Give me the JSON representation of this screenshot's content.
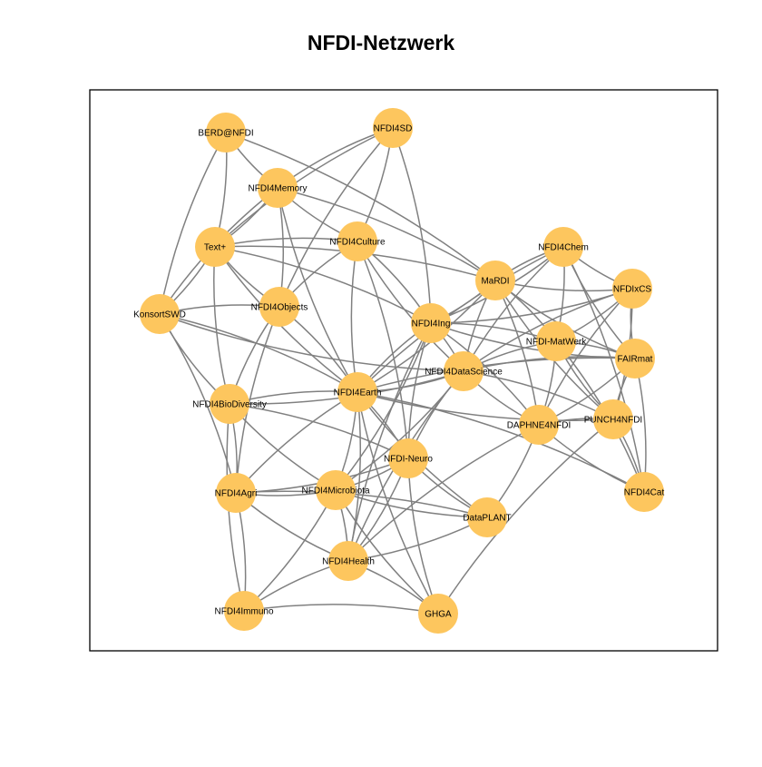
{
  "title": "NFDI-Netzwerk",
  "colors": {
    "node_fill": "#FDC65E",
    "edge_stroke": "#808080",
    "frame_stroke": "#000000",
    "label": "#000000"
  },
  "nodes": [
    {
      "id": "BERD@NFDI",
      "label": "BERD@NFDI"
    },
    {
      "id": "NFDI4SD",
      "label": "NFDI4SD"
    },
    {
      "id": "NFDI4Memory",
      "label": "NFDI4Memory"
    },
    {
      "id": "Text+",
      "label": "Text+"
    },
    {
      "id": "NFDI4Culture",
      "label": "NFDI4Culture"
    },
    {
      "id": "NFDI4Chem",
      "label": "NFDI4Chem"
    },
    {
      "id": "MaRDI",
      "label": "MaRDI"
    },
    {
      "id": "NFDIxCS",
      "label": "NFDIxCS"
    },
    {
      "id": "KonsortSWD",
      "label": "KonsortSWD"
    },
    {
      "id": "NFDI4Objects",
      "label": "NFDI4Objects"
    },
    {
      "id": "NFDI4Ing",
      "label": "NFDI4Ing"
    },
    {
      "id": "NFDI-MatWerk",
      "label": "NFDI-MatWerk"
    },
    {
      "id": "FAIRmat",
      "label": "FAIRmat"
    },
    {
      "id": "NFDI4DataScience",
      "label": "NFDI4DataScience"
    },
    {
      "id": "NFDI4Earth",
      "label": "NFDI4Earth"
    },
    {
      "id": "NFDI4BioDiversity",
      "label": "NFDI4BioDiversity"
    },
    {
      "id": "DAPHNE4NFDI",
      "label": "DAPHNE4NFDI"
    },
    {
      "id": "PUNCH4NFDI",
      "label": "PUNCH4NFDI"
    },
    {
      "id": "NFDI-Neuro",
      "label": "NFDI-Neuro"
    },
    {
      "id": "NFDI4Agri",
      "label": "NFDI4Agri"
    },
    {
      "id": "NFDI4Microbiota",
      "label": "NFDI4Microbiota"
    },
    {
      "id": "NFDI4Cat",
      "label": "NFDI4Cat"
    },
    {
      "id": "DataPLANT",
      "label": "DataPLANT"
    },
    {
      "id": "NFDI4Health",
      "label": "NFDI4Health"
    },
    {
      "id": "NFDI4Immuno",
      "label": "NFDI4Immuno"
    },
    {
      "id": "GHGA",
      "label": "GHGA"
    }
  ],
  "edges": [
    [
      "BERD@NFDI",
      "NFDI4Memory"
    ],
    [
      "BERD@NFDI",
      "Text+"
    ],
    [
      "BERD@NFDI",
      "KonsortSWD"
    ],
    [
      "BERD@NFDI",
      "MaRDI"
    ],
    [
      "NFDI4SD",
      "NFDI4Memory"
    ],
    [
      "NFDI4SD",
      "NFDI4Culture"
    ],
    [
      "NFDI4SD",
      "NFDI4Objects"
    ],
    [
      "NFDI4SD",
      "NFDI4Ing"
    ],
    [
      "NFDI4SD",
      "Text+"
    ],
    [
      "NFDI4Memory",
      "Text+"
    ],
    [
      "NFDI4Memory",
      "NFDI4Culture"
    ],
    [
      "NFDI4Memory",
      "NFDI4Objects"
    ],
    [
      "NFDI4Memory",
      "KonsortSWD"
    ],
    [
      "NFDI4Memory",
      "MaRDI"
    ],
    [
      "NFDI4Memory",
      "NFDI4Earth"
    ],
    [
      "Text+",
      "NFDI4Culture"
    ],
    [
      "Text+",
      "NFDI4Objects"
    ],
    [
      "Text+",
      "KonsortSWD"
    ],
    [
      "Text+",
      "NFDI4BioDiversity"
    ],
    [
      "Text+",
      "NFDI4Ing"
    ],
    [
      "Text+",
      "NFDI4Earth"
    ],
    [
      "Text+",
      "MaRDI"
    ],
    [
      "NFDI4Culture",
      "NFDI4Objects"
    ],
    [
      "NFDI4Culture",
      "NFDI4Ing"
    ],
    [
      "NFDI4Culture",
      "NFDI4Earth"
    ],
    [
      "NFDI4Culture",
      "NFDI-Neuro"
    ],
    [
      "NFDI4Culture",
      "NFDI4DataScience"
    ],
    [
      "KonsortSWD",
      "NFDI4Objects"
    ],
    [
      "KonsortSWD",
      "NFDI4BioDiversity"
    ],
    [
      "KonsortSWD",
      "NFDI4Agri"
    ],
    [
      "KonsortSWD",
      "NFDI4DataScience"
    ],
    [
      "KonsortSWD",
      "NFDI4Earth"
    ],
    [
      "NFDI4Objects",
      "NFDI4BioDiversity"
    ],
    [
      "NFDI4Objects",
      "NFDI4Earth"
    ],
    [
      "NFDI4Objects",
      "NFDI4Agri"
    ],
    [
      "MaRDI",
      "NFDI4Chem"
    ],
    [
      "MaRDI",
      "NFDIxCS"
    ],
    [
      "MaRDI",
      "NFDI-MatWerk"
    ],
    [
      "MaRDI",
      "FAIRmat"
    ],
    [
      "MaRDI",
      "NFDI4Ing"
    ],
    [
      "MaRDI",
      "NFDI4DataScience"
    ],
    [
      "MaRDI",
      "DAPHNE4NFDI"
    ],
    [
      "MaRDI",
      "PUNCH4NFDI"
    ],
    [
      "MaRDI",
      "NFDI4Earth"
    ],
    [
      "NFDI4Chem",
      "NFDIxCS"
    ],
    [
      "NFDI4Chem",
      "NFDI-MatWerk"
    ],
    [
      "NFDI4Chem",
      "FAIRmat"
    ],
    [
      "NFDI4Chem",
      "NFDI4Ing"
    ],
    [
      "NFDI4Chem",
      "NFDI4DataScience"
    ],
    [
      "NFDI4Chem",
      "NFDI4Cat"
    ],
    [
      "NFDI4Chem",
      "NFDI4Earth"
    ],
    [
      "NFDIxCS",
      "NFDI-MatWerk"
    ],
    [
      "NFDIxCS",
      "FAIRmat"
    ],
    [
      "NFDIxCS",
      "NFDI4Ing"
    ],
    [
      "NFDIxCS",
      "NFDI4DataScience"
    ],
    [
      "NFDIxCS",
      "PUNCH4NFDI"
    ],
    [
      "NFDIxCS",
      "DAPHNE4NFDI"
    ],
    [
      "NFDI4Ing",
      "NFDI-MatWerk"
    ],
    [
      "NFDI4Ing",
      "FAIRmat"
    ],
    [
      "NFDI4Ing",
      "NFDI4DataScience"
    ],
    [
      "NFDI4Ing",
      "NFDI4Earth"
    ],
    [
      "NFDI4Ing",
      "DAPHNE4NFDI"
    ],
    [
      "NFDI4Ing",
      "NFDI-Neuro"
    ],
    [
      "NFDI4Ing",
      "NFDI4Microbiota"
    ],
    [
      "NFDI4Ing",
      "NFDI4Health"
    ],
    [
      "NFDI-MatWerk",
      "FAIRmat"
    ],
    [
      "NFDI-MatWerk",
      "NFDI4DataScience"
    ],
    [
      "NFDI-MatWerk",
      "DAPHNE4NFDI"
    ],
    [
      "NFDI-MatWerk",
      "PUNCH4NFDI"
    ],
    [
      "NFDI-MatWerk",
      "NFDI4Cat"
    ],
    [
      "FAIRmat",
      "NFDI4DataScience"
    ],
    [
      "FAIRmat",
      "DAPHNE4NFDI"
    ],
    [
      "FAIRmat",
      "PUNCH4NFDI"
    ],
    [
      "FAIRmat",
      "NFDI4Cat"
    ],
    [
      "FAIRmat",
      "NFDI4Earth"
    ],
    [
      "NFDI4DataScience",
      "NFDI4Earth"
    ],
    [
      "NFDI4DataScience",
      "DAPHNE4NFDI"
    ],
    [
      "NFDI4DataScience",
      "PUNCH4NFDI"
    ],
    [
      "NFDI4DataScience",
      "NFDI-Neuro"
    ],
    [
      "NFDI4DataScience",
      "NFDI4Microbiota"
    ],
    [
      "NFDI4DataScience",
      "NFDI4Health"
    ],
    [
      "NFDI4DataScience",
      "NFDI4BioDiversity"
    ],
    [
      "NFDI4Earth",
      "NFDI4BioDiversity"
    ],
    [
      "NFDI4Earth",
      "NFDI-Neuro"
    ],
    [
      "NFDI4Earth",
      "NFDI4Agri"
    ],
    [
      "NFDI4Earth",
      "NFDI4Microbiota"
    ],
    [
      "NFDI4Earth",
      "DataPLANT"
    ],
    [
      "NFDI4Earth",
      "NFDI4Health"
    ],
    [
      "NFDI4Earth",
      "PUNCH4NFDI"
    ],
    [
      "NFDI4Earth",
      "NFDI4Cat"
    ],
    [
      "NFDI4Earth",
      "GHGA"
    ],
    [
      "NFDI4BioDiversity",
      "NFDI4Agri"
    ],
    [
      "NFDI4BioDiversity",
      "NFDI4Microbiota"
    ],
    [
      "NFDI4BioDiversity",
      "NFDI-Neuro"
    ],
    [
      "NFDI4BioDiversity",
      "NFDI4Immuno"
    ],
    [
      "DAPHNE4NFDI",
      "PUNCH4NFDI"
    ],
    [
      "DAPHNE4NFDI",
      "NFDI4Cat"
    ],
    [
      "DAPHNE4NFDI",
      "DataPLANT"
    ],
    [
      "DAPHNE4NFDI",
      "NFDI4Health"
    ],
    [
      "PUNCH4NFDI",
      "NFDI4Cat"
    ],
    [
      "PUNCH4NFDI",
      "GHGA"
    ],
    [
      "NFDI-Neuro",
      "NFDI4Microbiota"
    ],
    [
      "NFDI-Neuro",
      "DataPLANT"
    ],
    [
      "NFDI-Neuro",
      "NFDI4Health"
    ],
    [
      "NFDI-Neuro",
      "GHGA"
    ],
    [
      "NFDI-Neuro",
      "NFDI4Agri"
    ],
    [
      "NFDI4Agri",
      "NFDI4Microbiota"
    ],
    [
      "NFDI4Agri",
      "NFDI4Immuno"
    ],
    [
      "NFDI4Agri",
      "NFDI4Health"
    ],
    [
      "NFDI4Agri",
      "DataPLANT"
    ],
    [
      "NFDI4Microbiota",
      "DataPLANT"
    ],
    [
      "NFDI4Microbiota",
      "NFDI4Health"
    ],
    [
      "NFDI4Microbiota",
      "GHGA"
    ],
    [
      "NFDI4Microbiota",
      "NFDI4Immuno"
    ],
    [
      "NFDI4Health",
      "NFDI4Immuno"
    ],
    [
      "NFDI4Health",
      "GHGA"
    ],
    [
      "NFDI4Health",
      "DataPLANT"
    ],
    [
      "NFDI4Immuno",
      "GHGA"
    ]
  ]
}
